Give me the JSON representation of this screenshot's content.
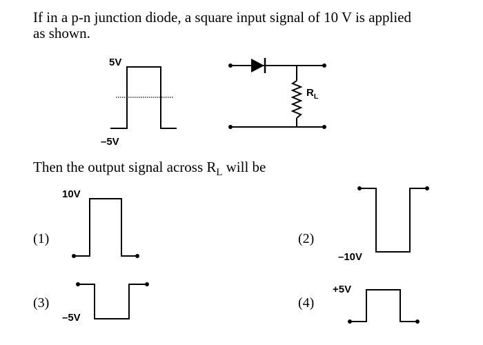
{
  "question": {
    "line1": "If in a p-n junction diode, a square input signal of 10 V is applied",
    "line2": "as shown."
  },
  "input_signal": {
    "top_label": "5V",
    "bottom_label": "–5V"
  },
  "circuit": {
    "resistor_label_main": "R",
    "resistor_label_sub": "L"
  },
  "question2": {
    "text_before": "Then the output signal across R",
    "sub": "L",
    "text_after": " will be"
  },
  "options": [
    {
      "number": "(1)",
      "level_label": "10V"
    },
    {
      "number": "(2)",
      "level_label": "–10V"
    },
    {
      "number": "(3)",
      "level_label": "–5V"
    },
    {
      "number": "(4)",
      "level_label": "+5V"
    }
  ]
}
